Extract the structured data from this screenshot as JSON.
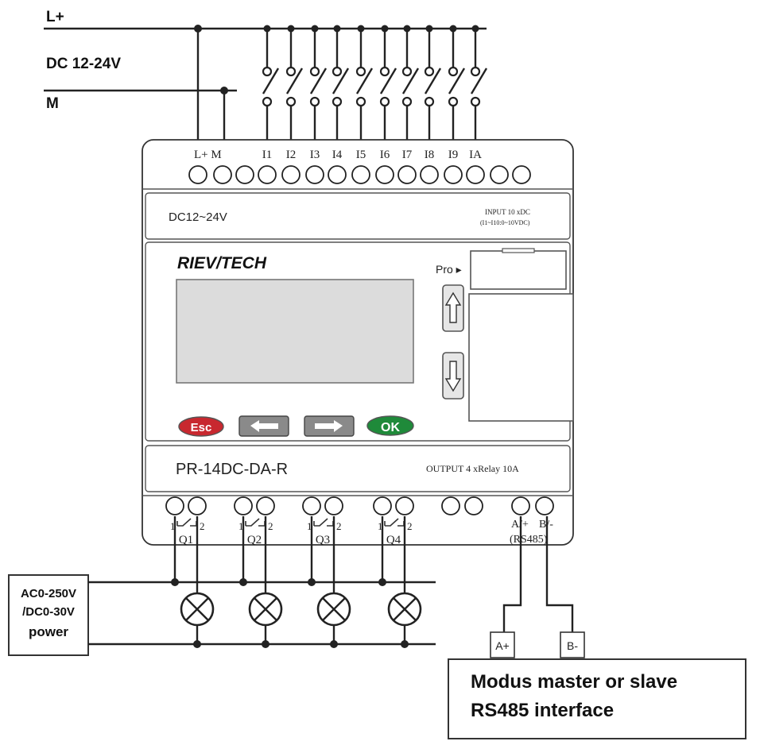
{
  "supply": {
    "l_plus": "L+",
    "voltage": "DC  12-24V",
    "m": "M"
  },
  "top_terminals": {
    "power_label": "L+ M",
    "inputs": [
      "I1",
      "I2",
      "I3",
      "I4",
      "I5",
      "I6",
      "I7",
      "I8",
      "I9",
      "IA"
    ]
  },
  "plc": {
    "supply_rating": "DC12~24V",
    "input_rating_line1": "INPUT 10 xDC",
    "input_rating_line2": "(I1~I10:0~10VDC)",
    "brand": "RIEV/TECH",
    "pro_label": "Pro ▸",
    "model": "PR-14DC-DA-R",
    "output_rating": "OUTPUT 4 xRelay 10A",
    "buttons": {
      "esc": "Esc",
      "ok": "OK",
      "left_arrow": "left-arrow-icon",
      "right_arrow": "right-arrow-icon",
      "up_arrow": "up-arrow-icon",
      "down_arrow": "down-arrow-icon"
    },
    "button_colors": {
      "esc": "#c8282f",
      "ok": "#1f8a3a",
      "arrows": "#8a8a8a"
    }
  },
  "outputs": {
    "contact_1": "1",
    "contact_2": "2",
    "labels": [
      "Q1",
      "Q2",
      "Q3",
      "Q4"
    ],
    "rs485_a": "A/+",
    "rs485_b": "B/-",
    "rs485_name": "(RS485)"
  },
  "load_power": {
    "line1": "AC0-250V",
    "line2": "/DC0-30V",
    "line3": "power"
  },
  "modbus": {
    "a_plus": "A+",
    "b_minus": "B-",
    "line1": "Modus master or slave",
    "line2": "RS485 interface"
  }
}
